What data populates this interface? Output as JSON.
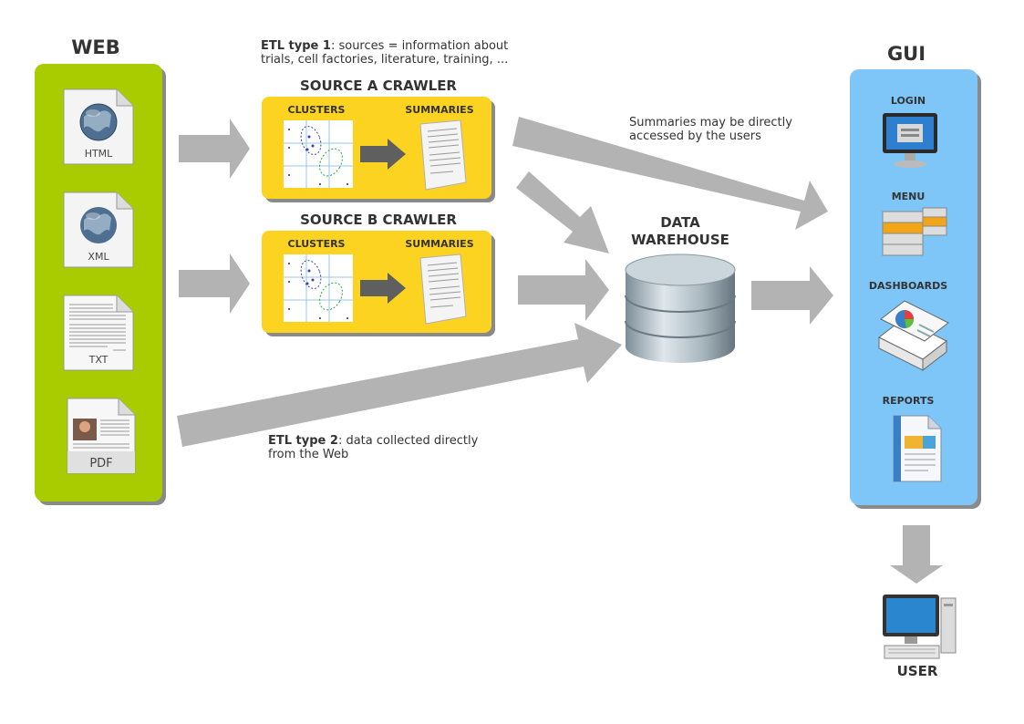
{
  "web": {
    "title": "WEB",
    "files": [
      {
        "label": "HTML",
        "icon": "html-globe-file-icon"
      },
      {
        "label": "XML",
        "icon": "xml-globe-file-icon"
      },
      {
        "label": "TXT",
        "icon": "txt-file-icon"
      },
      {
        "label": "PDF",
        "icon": "pdf-file-icon"
      }
    ]
  },
  "etl1": {
    "bold": "ETL type 1",
    "rest": ": sources = information about",
    "line2": "trials, cell factories, literature, training, ..."
  },
  "crawlers": [
    {
      "title": "SOURCE  A CRAWLER",
      "clusters": "CLUSTERS",
      "summaries": "SUMMARIES"
    },
    {
      "title": "SOURCE  B CRAWLER",
      "clusters": "CLUSTERS",
      "summaries": "SUMMARIES"
    }
  ],
  "summaries_note": {
    "line1": "Summaries may be directly",
    "line2": "accessed by the users"
  },
  "warehouse": {
    "line1": "DATA",
    "line2": "WAREHOUSE"
  },
  "etl2": {
    "bold": "ETL type 2",
    "rest": ": data collected directly",
    "line2": "from the Web"
  },
  "gui": {
    "title": "GUI",
    "items": [
      {
        "label": "LOGIN",
        "icon": "login-monitor-icon"
      },
      {
        "label": "MENU",
        "icon": "menu-icon"
      },
      {
        "label": "DASHBOARDS",
        "icon": "dashboard-icon"
      },
      {
        "label": "REPORTS",
        "icon": "report-document-icon"
      }
    ]
  },
  "user": {
    "label": "USER",
    "icon": "desktop-computer-icon"
  },
  "colors": {
    "web_panel": "#a8cc00",
    "gui_panel": "#7fc6f8",
    "crawler": "#fdd321",
    "arrow": "#b3b3b3",
    "arrow_dark": "#5f5f5f"
  }
}
